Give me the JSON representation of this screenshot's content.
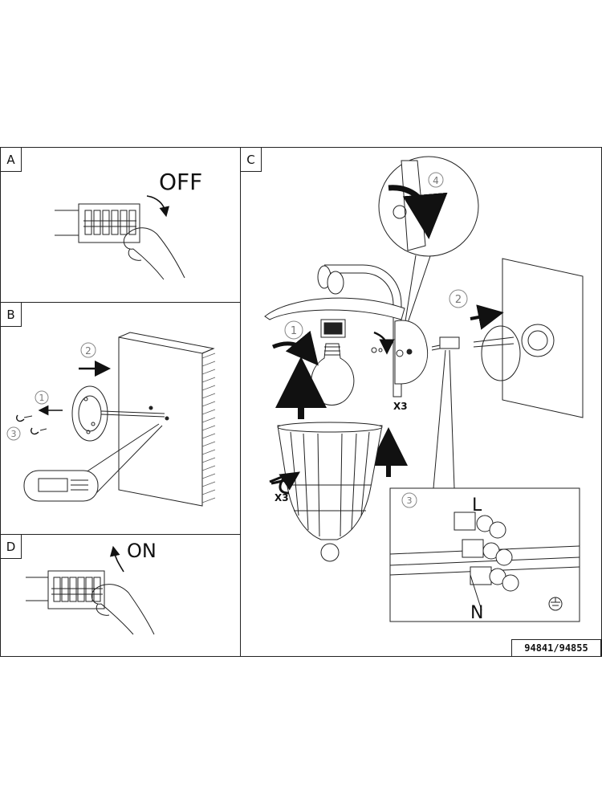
{
  "panels": {
    "a": {
      "tag": "A",
      "switch_text": "OFF"
    },
    "b": {
      "tag": "B",
      "step1": "1",
      "step2": "2",
      "step3": "3"
    },
    "c": {
      "tag": "C",
      "step1": "1",
      "step2": "2",
      "step3": "3",
      "step4": "4",
      "screw_count_top": "X3",
      "screw_count_bottom": "X3",
      "live_label": "L",
      "neutral_label": "N"
    },
    "d": {
      "tag": "D",
      "switch_text": "ON"
    }
  },
  "model_number": "94841/94855"
}
